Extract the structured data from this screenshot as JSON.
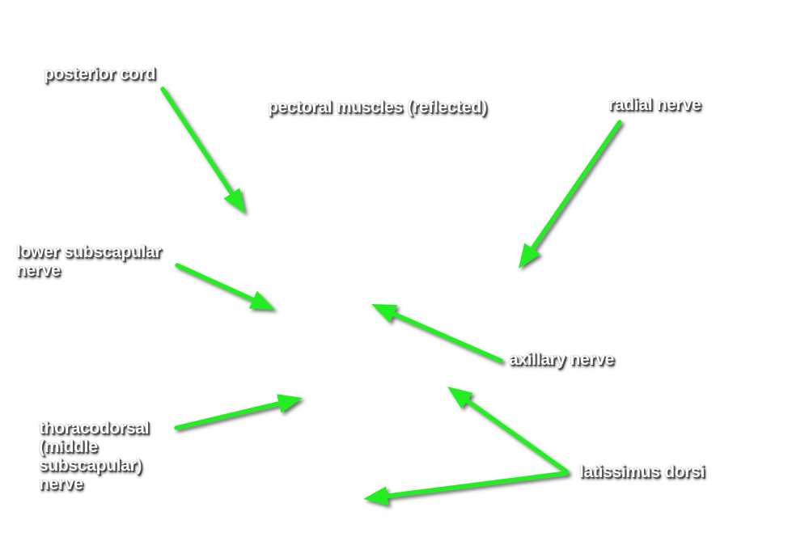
{
  "labels": {
    "posterior_cord": "posterior cord",
    "pectoral_muscles": "pectoral muscles (reflected)",
    "radial_nerve": "radial nerve",
    "lower_subscapular": [
      "lower subscapular",
      "nerve"
    ],
    "axillary_nerve": "axillary nerve",
    "thoracodorsal": [
      "thoracodorsal",
      "(middle",
      "subscapular)",
      "nerve"
    ],
    "latissimus_dorsi": "latissimus dorsi"
  },
  "colors": {
    "arrow": "#22ee22",
    "arrow_shadow": "#4a4a4a",
    "label_text": "#ffffff",
    "background": "#ffffff"
  }
}
